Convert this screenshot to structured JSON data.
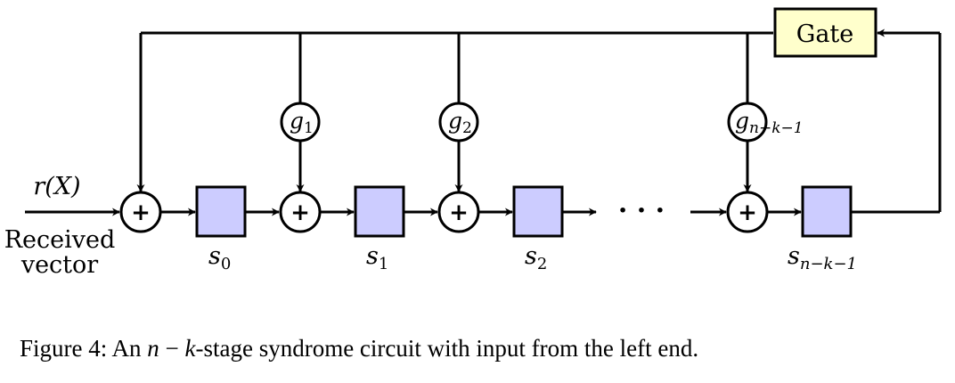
{
  "input": {
    "signal_label": "r(X)",
    "description_line1": "Received",
    "description_line2": "vector"
  },
  "gate": {
    "label": "Gate"
  },
  "adders": [
    {
      "symbol": "+"
    },
    {
      "symbol": "+"
    },
    {
      "symbol": "+"
    },
    {
      "symbol": "+"
    }
  ],
  "coefficients": [
    {
      "base": "g",
      "sub": "1"
    },
    {
      "base": "g",
      "sub": "2"
    },
    {
      "base": "g",
      "sub": "n−k−1"
    }
  ],
  "registers": [
    {
      "base": "s",
      "sub": "0"
    },
    {
      "base": "s",
      "sub": "1"
    },
    {
      "base": "s",
      "sub": "2"
    },
    {
      "base": "s",
      "sub": "n−k−1"
    }
  ],
  "ellipsis": "· · ·",
  "colors": {
    "register_fill": "#ccccff",
    "gate_fill": "#ffffcc",
    "line": "#000000"
  },
  "caption": {
    "prefix": "Figure 4:  An ",
    "var_n": "n",
    "minus": " − ",
    "var_k": "k",
    "suffix": "-stage syndrome circuit with input from the left end."
  }
}
